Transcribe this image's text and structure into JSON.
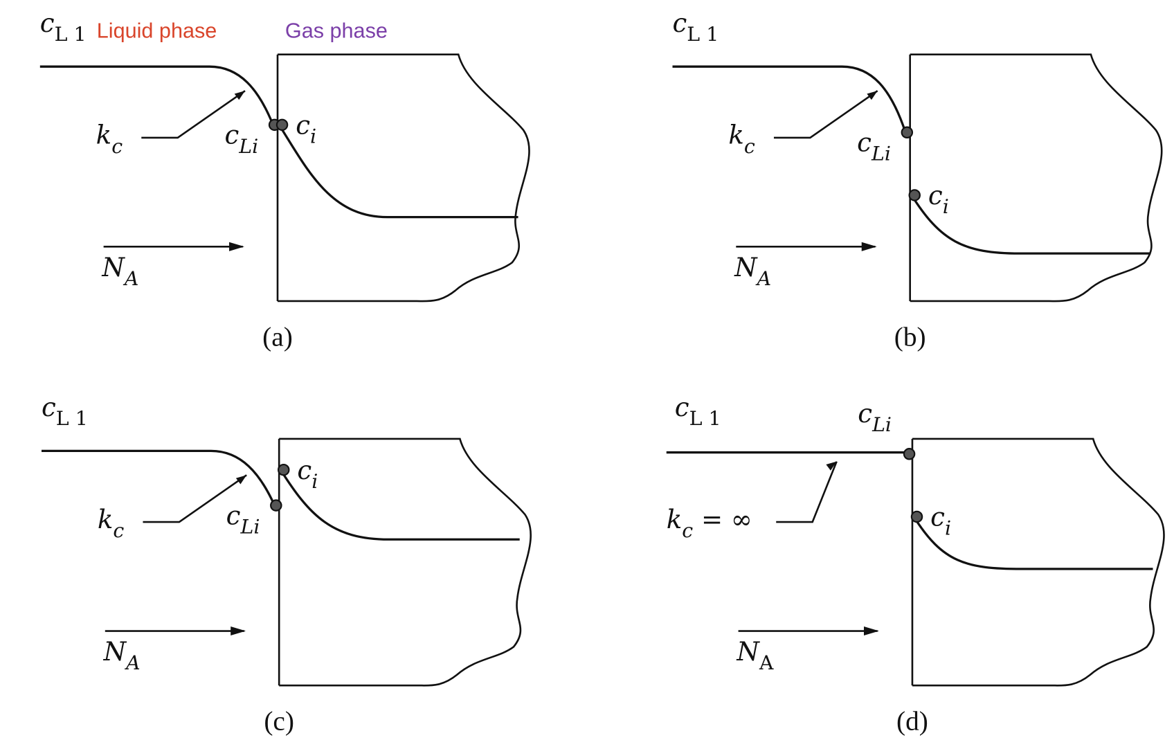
{
  "header": {
    "liquid_label": "Liquid phase",
    "gas_label": "Gas phase",
    "liquid_color": "#d9452b",
    "gas_color": "#7b3fa8"
  },
  "panels": [
    {
      "id": "a",
      "caption": "(a)",
      "cL1": {
        "base": "c",
        "sub": "L 1"
      },
      "cLi": {
        "base": "c",
        "sub": "Li"
      },
      "ci": {
        "base": "c",
        "sub": "i"
      },
      "kc": {
        "base": "k",
        "sub": "c",
        "suffix": ""
      },
      "NA": {
        "base": "N",
        "sub": "A"
      }
    },
    {
      "id": "b",
      "caption": "(b)",
      "cL1": {
        "base": "c",
        "sub": "L 1"
      },
      "cLi": {
        "base": "c",
        "sub": "Li"
      },
      "ci": {
        "base": "c",
        "sub": "i"
      },
      "kc": {
        "base": "k",
        "sub": "c",
        "suffix": ""
      },
      "NA": {
        "base": "N",
        "sub": "A"
      }
    },
    {
      "id": "c",
      "caption": "(c)",
      "cL1": {
        "base": "c",
        "sub": "L 1"
      },
      "cLi": {
        "base": "c",
        "sub": "Li"
      },
      "ci": {
        "base": "c",
        "sub": "i"
      },
      "kc": {
        "base": "k",
        "sub": "c",
        "suffix": ""
      },
      "NA": {
        "base": "N",
        "sub": "A"
      }
    },
    {
      "id": "d",
      "caption": "(d)",
      "cL1": {
        "base": "c",
        "sub": "L 1"
      },
      "cLi": {
        "base": "c",
        "sub": "Li"
      },
      "ci": {
        "base": "c",
        "sub": "i"
      },
      "kc": {
        "base": "k",
        "sub": "c",
        "suffix": " = ∞"
      },
      "NA": {
        "base": "N",
        "sub": "A"
      }
    }
  ]
}
